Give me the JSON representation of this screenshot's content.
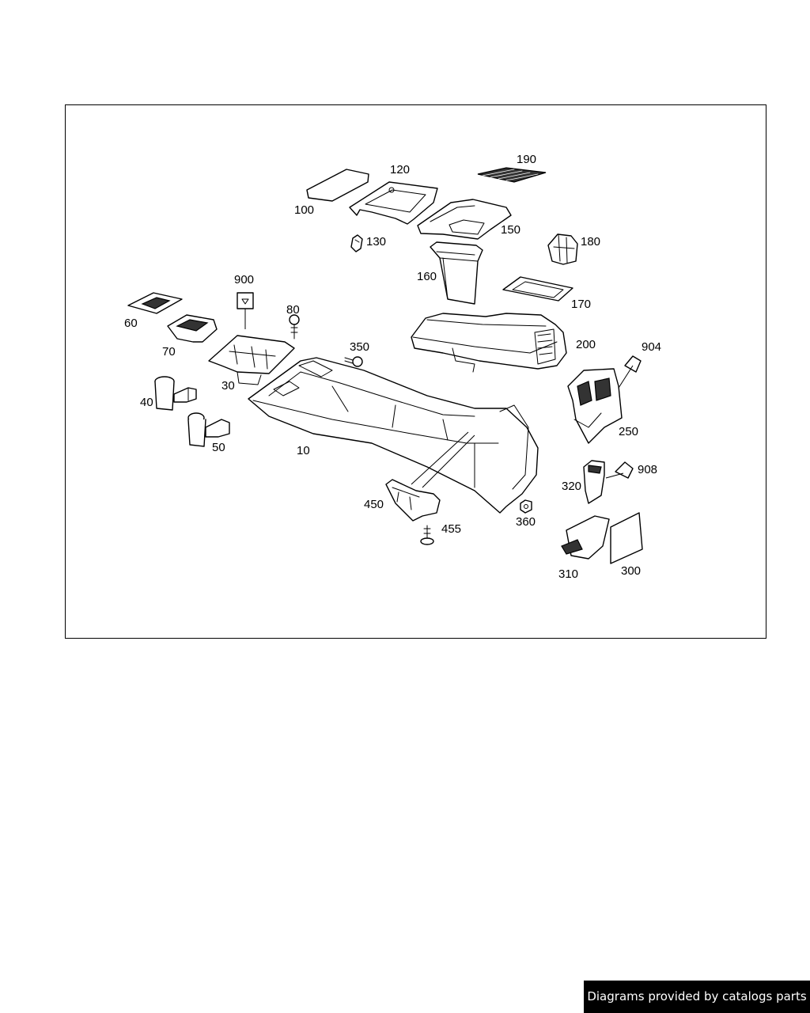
{
  "diagram": {
    "callouts": [
      "100",
      "120",
      "190",
      "150",
      "130",
      "180",
      "160",
      "170",
      "900",
      "60",
      "80",
      "350",
      "200",
      "904",
      "70",
      "30",
      "40",
      "250",
      "50",
      "10",
      "908",
      "320",
      "450",
      "360",
      "455",
      "310",
      "300"
    ]
  },
  "footer": {
    "credit": "Diagrams provided by catalogs parts"
  }
}
